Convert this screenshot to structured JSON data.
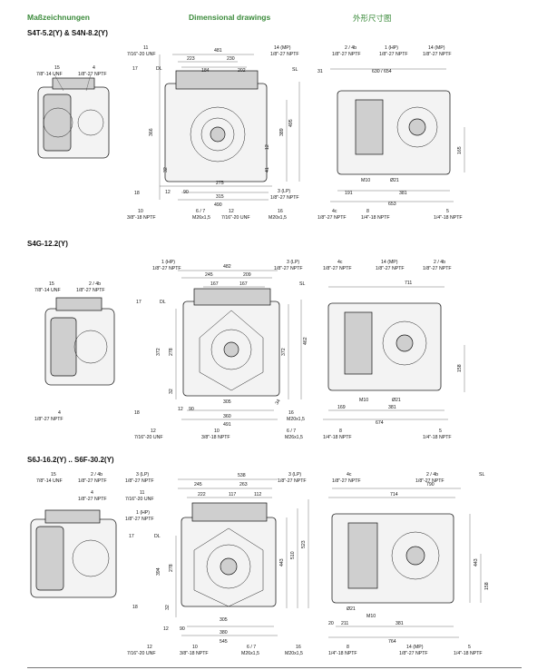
{
  "header": {
    "de": "Maßzeichnungen",
    "en": "Dimensional drawings",
    "cn": "外形尺寸图"
  },
  "sections": [
    {
      "title": "S4T-5.2(Y) & S4N-8.2(Y)",
      "side_labels": [
        "15",
        "7/8\"-14 UNF",
        "4",
        "1/8\"-27 NPTF"
      ],
      "front_labels": {
        "l11": "11",
        "l11b": "7/16\"-20 UNF",
        "l17": "17",
        "lDL": "DL",
        "l14": "14 (MP)",
        "l14b": "1/8\"-27 NPTF",
        "lSL": "SL",
        "l18": "18",
        "l3": "3 (LP)",
        "l3b": "1/8\"-27 NPTF",
        "l10": "10",
        "l10b": "3/8\"-18 NPTF",
        "l12": "12",
        "l67": "6 / 7",
        "l67b": "M26x1,5",
        "l12b": "7/16\"-20 UNF",
        "l16": "16",
        "l16b": "M20x1,5"
      },
      "front_dims": [
        "481",
        "223",
        "230",
        "184",
        "202",
        "366",
        "32",
        "12",
        "90",
        "275",
        "315",
        "490",
        "12",
        "41",
        "495",
        "389"
      ],
      "rear_labels": {
        "l24": "2 / 4b",
        "l24b": "1/8\"-27 NPTF",
        "l1": "1 (HP)",
        "l1b": "1/8\"-27 NPTF",
        "l14": "14 (MP)",
        "l14b": "1/8\"-27 NPTF",
        "lM10": "M10",
        "lD21": "Ø21",
        "l4c": "4c",
        "l4cb": "1/8\"-27 NPTF",
        "l8": "8",
        "l8b": "1/4\"-18 NPTF",
        "l5": "5",
        "l5b": "1/4\"-18 NPTF"
      },
      "rear_dims": [
        "31",
        "630 / 654",
        "191",
        "381",
        "653",
        "165"
      ]
    },
    {
      "title": "S4G-12.2(Y)",
      "side_labels": [
        "15",
        "7/8\"-14 UNF",
        "2 / 4b",
        "1/8\"-27 NPTF",
        "4",
        "1/8\"-27 NPTF"
      ],
      "front_labels": {
        "l1": "1 (HP)",
        "l1b": "1/8\"-27 NPTF",
        "l3": "3 (LP)",
        "l3b": "1/8\"-27 NPTF",
        "l17": "17",
        "lDL": "DL",
        "lSL": "SL",
        "l18": "18",
        "l12": "12",
        "l12b": "7/16\"-20 UNF",
        "l10": "10",
        "l10b": "3/8\"-18 NPTF",
        "l16": "16",
        "l16b": "M20x1,5",
        "l67": "6 / 7",
        "l67b": "M26x1,5"
      },
      "front_dims": [
        "482",
        "245",
        "209",
        "167",
        "167",
        "372",
        "278",
        "32",
        "12",
        "90",
        "305",
        "360",
        "491",
        "34",
        "372",
        "462"
      ],
      "rear_labels": {
        "l4c": "4c",
        "l4cb": "1/8\"-27 NPTF",
        "l14": "14 (MP)",
        "l14b": "1/8\"-27 NPTF",
        "l24": "2 / 4b",
        "l24b": "1/8\"-27 NPTF",
        "lM10": "M10",
        "lD21": "Ø21",
        "l8": "8",
        "l8b": "1/4\"-18 NPTF",
        "l5": "5",
        "l5b": "1/4\"-18 NPTF"
      },
      "rear_dims": [
        "711",
        "158",
        "169",
        "381",
        "674"
      ]
    },
    {
      "title": "S6J-16.2(Y) .. S6F-30.2(Y)",
      "side_labels": [
        "2 / 4b",
        "1/8\"-27 NPTF",
        "15",
        "7/8\"-14 UNF",
        "4",
        "1/8\"-27 NPTF"
      ],
      "front_labels": {
        "l3": "3 (LP)",
        "l3b": "1/8\"-27 NPTF",
        "l11": "11",
        "l11b": "7/16\"-20 UNF",
        "l1": "1 (HP)",
        "l1b": "1/8\"-27 NPTF",
        "l17": "17",
        "lDL": "DL",
        "l3r": "3 (LP)",
        "l3rb": "1/8\"-27 NPTF",
        "l18": "18",
        "l12": "12",
        "l12b": "7/16\"-20 UNF",
        "l10": "10",
        "l10b": "3/8\"-18 NPTF",
        "l67": "6 / 7",
        "l67b": "M26x1,5",
        "l16": "16",
        "l16b": "M20x1,5"
      },
      "front_dims": [
        "538",
        "245",
        "263",
        "222",
        "117",
        "112",
        "394",
        "278",
        "32",
        "12",
        "90",
        "305",
        "380",
        "545",
        "443",
        "510",
        "523"
      ],
      "rear_labels": {
        "l4c": "4c",
        "l4cb": "1/8\"-27 NPTF",
        "l24": "2 / 4b",
        "l24b": "1/8\"-27 NPTF",
        "lSL": "SL",
        "lM10": "M10",
        "lD21": "Ø21",
        "l8": "8",
        "l8b": "1/4\"-18 NPTF",
        "l14": "14 (MP)",
        "l14b": "1/8\"-27 NPTF",
        "l5": "5",
        "l5b": "1/4\"-18 NPTF"
      },
      "rear_dims": [
        "790",
        "714",
        "443",
        "158",
        "211",
        "381",
        "764",
        "20"
      ]
    }
  ]
}
